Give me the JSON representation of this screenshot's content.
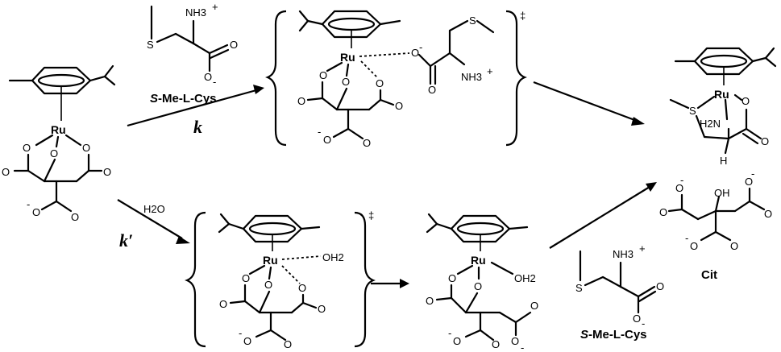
{
  "labels": {
    "smecys": "S-Me-L-Cys",
    "smecys_s": "S",
    "smecys_rest": "-Me-L-Cys",
    "cit": "Cit",
    "h2o_reagent": "H2O",
    "dagger": "‡"
  },
  "rates": {
    "k": "k",
    "k_prime": "k′"
  },
  "atoms": {
    "ru": "Ru",
    "o": "O",
    "o_minus": "O",
    "minus": "-",
    "nh3": "NH3",
    "plus": "+",
    "oh2": "OH2",
    "oh": "OH",
    "h2n": "H2N",
    "s": "S",
    "h": "H"
  }
}
